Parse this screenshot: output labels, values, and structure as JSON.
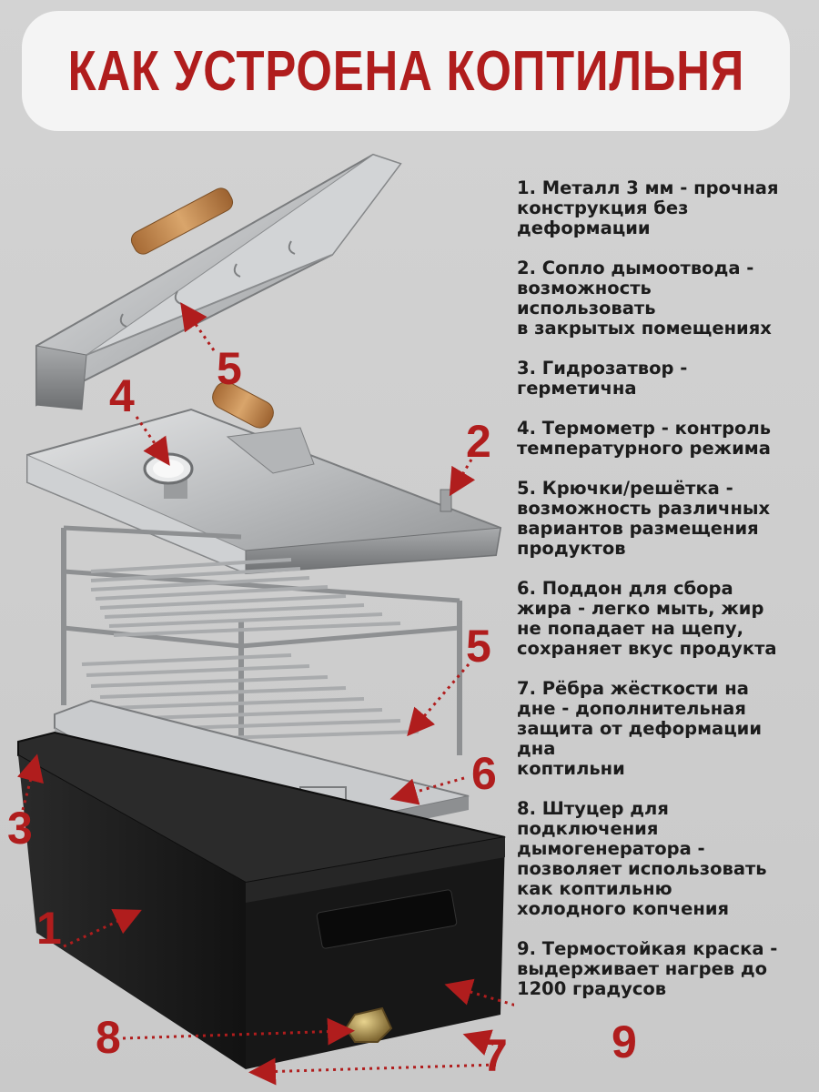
{
  "title": "КАК УСТРОЕНА КОПТИЛЬНЯ",
  "features": [
    "1. Металл 3 мм - прочная\nконструкция без\nдеформации",
    "2. Сопло дымоотвода -\nвозможность\nиспользовать\nв закрытых помещениях",
    "3. Гидрозатвор -\nгерметична",
    "4. Термометр - контроль\nтемпературного режима",
    "5. Крючки/решётка -\nвозможность различных\nвариантов размещения\nпродуктов",
    "6. Поддон для сбора\nжира - легко мыть, жир\nне попадает на щепу,\nсохраняет вкус продукта",
    "7. Рёбра жёсткости на\nдне - дополнительная\nзащита от деформации\nдна\nкоптильни",
    "8. Штуцер для\nподключения\nдымогенератора -\nпозволяет использовать\nкак коптильню\nхолодного копчения",
    "9. Термостойкая краска -\nвыдерживает нагрев до\n1200 градусов"
  ],
  "callouts": {
    "c1": "1",
    "c2": "2",
    "c3": "3",
    "c4": "4",
    "c5a": "5",
    "c5b": "5",
    "c6": "6",
    "c7": "7",
    "c8": "8",
    "c9": "9"
  },
  "colors": {
    "accent": "#b01d1d",
    "steel": "#c4c6c8",
    "box": "#1b1b1b",
    "wood": "#c9935a",
    "brass": "#b59a5a"
  }
}
